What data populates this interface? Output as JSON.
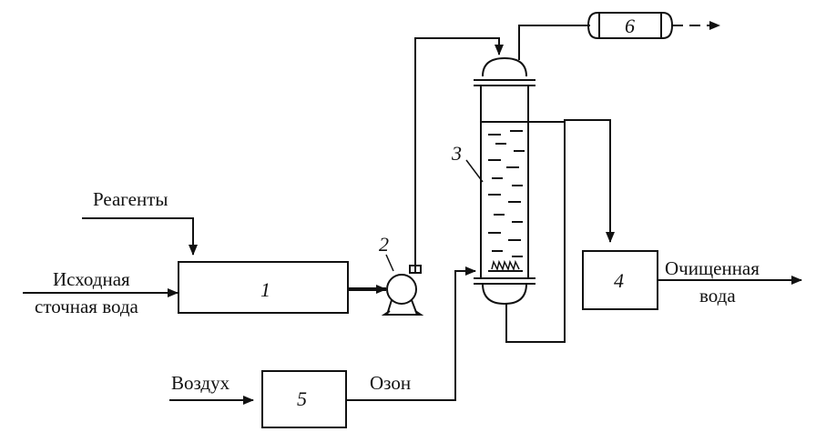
{
  "labels": {
    "reagents": "Реагенты",
    "source_water_line1": "Исходная",
    "source_water_line2": "сточная вода",
    "air": "Воздух",
    "ozone": "Озон",
    "purified_water_line1": "Очищенная",
    "purified_water_line2": "вода"
  },
  "numbers": {
    "n1": "1",
    "n2": "2",
    "n3": "3",
    "n4": "4",
    "n5": "5",
    "n6": "6"
  }
}
